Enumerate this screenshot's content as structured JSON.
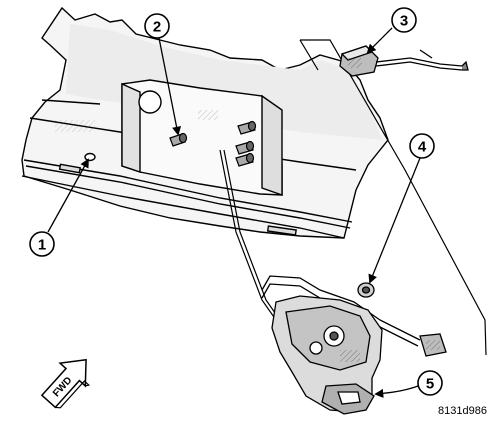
{
  "callouts": [
    {
      "number": "1"
    },
    {
      "number": "2"
    },
    {
      "number": "3"
    },
    {
      "number": "4"
    },
    {
      "number": "5"
    }
  ],
  "fwd_label": "FWD",
  "figure_id": "8131d986"
}
